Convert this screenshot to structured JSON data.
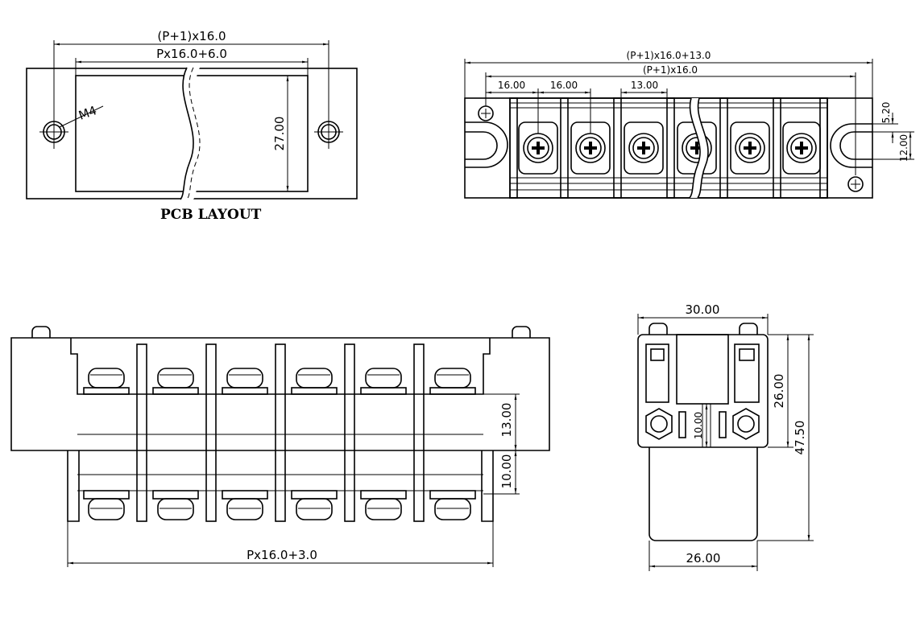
{
  "pcb_layout": {
    "title": "PCB LAYOUT",
    "dim_total": "(P+1)x16.0",
    "dim_inner": "Px16.0+6.0",
    "dim_height": "27.00",
    "hole_label": "M4"
  },
  "top_view": {
    "dim_total": "(P+1)x16.0+13.0",
    "dim_pitch_total": "(P+1)x16.0",
    "pitch_a": "16.00",
    "pitch_b": "16.00",
    "pitch_c": "13.00",
    "slot_top": "5.20",
    "slot_width": "12.00"
  },
  "front_view": {
    "dim_width": "Px16.0+3.0",
    "dim_upper": "13.00",
    "dim_lower": "10.00"
  },
  "side_view": {
    "dim_top": "30.00",
    "dim_bottom": "26.00",
    "dim_height_upper": "26.00",
    "dim_height_total": "47.50",
    "dim_center": "10.00"
  }
}
